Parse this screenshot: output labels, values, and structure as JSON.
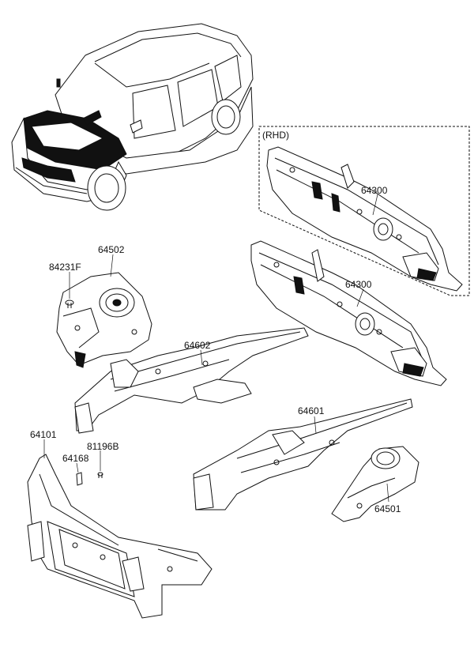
{
  "rhd_box": {
    "label": "(RHD)"
  },
  "parts": {
    "dash_rhd": "64300",
    "dash_lhd": "64300",
    "apron_lh": "64502",
    "bolt": "84231F",
    "side_member_lh": "64602",
    "side_member_rh": "64601",
    "apron_rh": "64501",
    "carrier": "64101",
    "bracket": "64168",
    "clip": "81196B"
  }
}
